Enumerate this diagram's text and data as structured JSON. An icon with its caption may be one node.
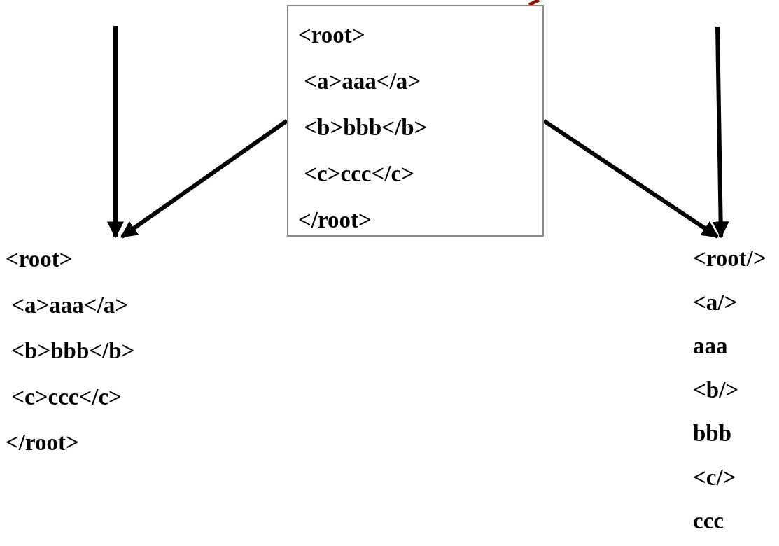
{
  "diagram": {
    "nodes": [
      {
        "text": [
          "<root>",
          " <a>aaa</a>",
          " <b>bbb</b>",
          " <c>ccc</c>",
          "</root>"
        ]
      },
      {
        "text": [
          "<root>",
          " <a>aaa</a>",
          " <b>bbb</b>",
          " <c>ccc</c>",
          "</root>"
        ]
      },
      {
        "text": [
          "<root/>",
          "<a/>",
          "aaa",
          "<b/>",
          "bbb",
          "<c/>",
          "ccc"
        ]
      }
    ],
    "edges": [
      {
        "from": null,
        "to": 1,
        "arrow": "to"
      },
      {
        "from": 0,
        "to": 1,
        "arrow": "to"
      },
      {
        "from": 0,
        "to": 2,
        "arrow": "to"
      },
      {
        "from": null,
        "to": 2,
        "arrow": "to"
      }
    ]
  }
}
